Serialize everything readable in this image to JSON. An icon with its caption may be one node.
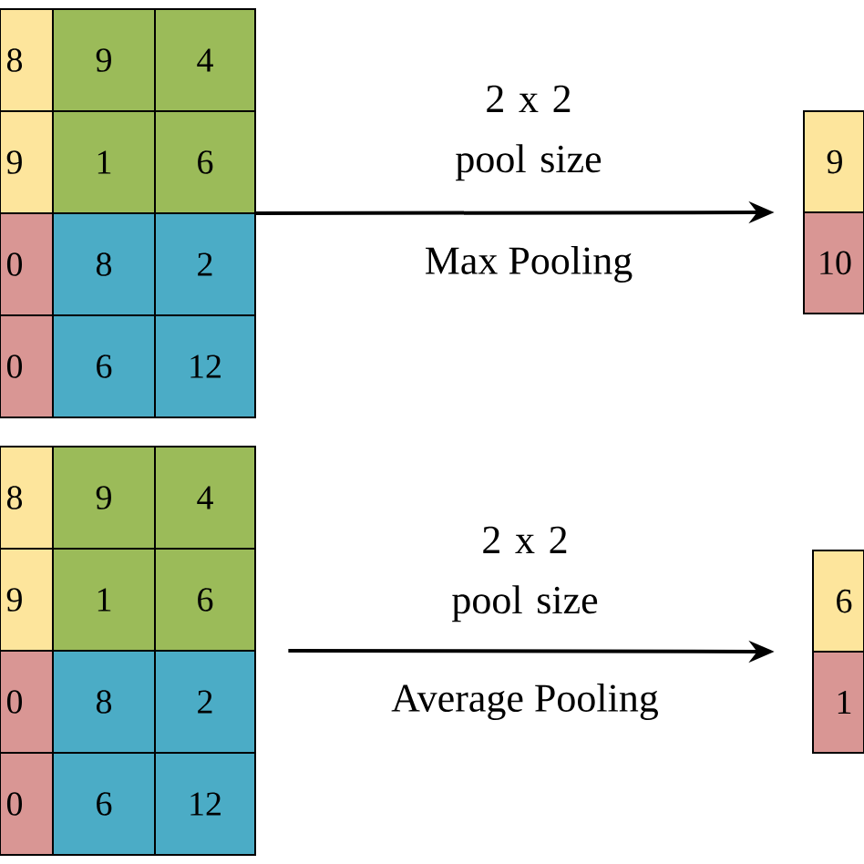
{
  "diagram": {
    "nodes": [
      {
        "text": [
          "8",
          "9",
          "4",
          "9",
          "1",
          "6",
          "0",
          "8",
          "2",
          "0",
          "6",
          "12"
        ]
      },
      {
        "text": [
          "9",
          "10"
        ]
      },
      {
        "text": [
          "8",
          "9",
          "4",
          "9",
          "1",
          "6",
          "0",
          "8",
          "2",
          "0",
          "6",
          "12"
        ]
      },
      {
        "text": [
          "6",
          "1"
        ]
      }
    ],
    "edges": [
      {
        "from": 0,
        "to": 1,
        "arrow": "to",
        "label": "2 x 2 pool size"
      },
      {
        "from": 2,
        "to": 3,
        "arrow": "to",
        "label": "2 x 2 pool size"
      }
    ],
    "labels": [
      "Max Pooling",
      "Average Pooling"
    ]
  }
}
